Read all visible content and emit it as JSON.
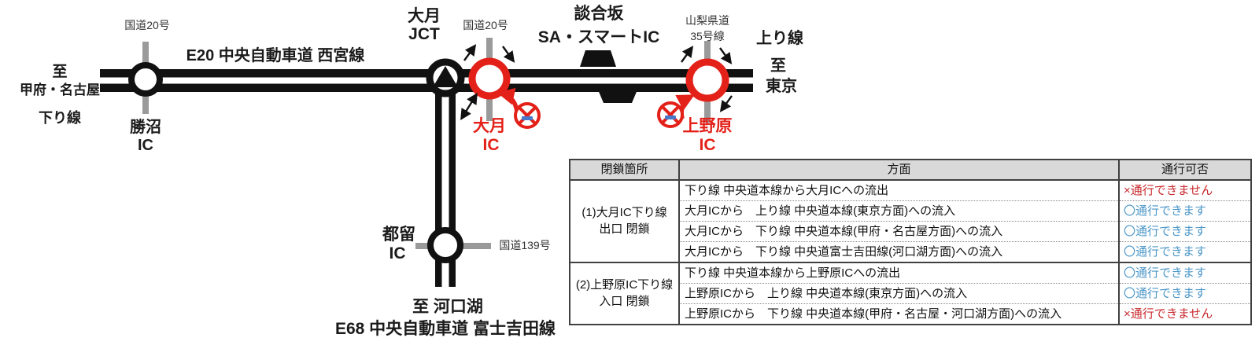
{
  "colors": {
    "accent_red": "#e32119",
    "road_black": "#111111",
    "minor_road_gray": "#9a9a9a",
    "table_header_bg": "#d9d9d9",
    "status_open_blue": "#4a96c8",
    "status_closed_red": "#c9282d"
  },
  "icons": {
    "closure_sign": "no-entry-icon",
    "jct_symbol": "triangle-up-icon",
    "sa_symbol": "service-area-block"
  },
  "diagram": {
    "left_dest": [
      "至",
      "甲府・名古屋",
      "下り線"
    ],
    "katsunuma": {
      "road": "国道20号",
      "name": "勝沼",
      "type": "IC"
    },
    "e20_label": "E20 中央自動車道  西宮線",
    "otsuki_jct": [
      "大月",
      "JCT"
    ],
    "otsuki": {
      "road": "国道20号",
      "name": "大月",
      "type": "IC"
    },
    "dangozaka": [
      "談合坂",
      "SA・スマートIC"
    ],
    "uenohara": {
      "road1": "山梨県道",
      "road2": "35号線",
      "name": "上野原",
      "type": "IC"
    },
    "right_dest": [
      "上り線",
      "至",
      "東京"
    ],
    "tsuru": {
      "name": "都留",
      "type": "IC",
      "road": "国道139号"
    },
    "south_dest": "至  河口湖",
    "e68_label": "E68  中央自動車道 富士吉田線"
  },
  "table": {
    "headers": [
      "閉鎖箇所",
      "方面",
      "通行可否"
    ],
    "groups": [
      {
        "location": [
          "(1)大月IC下り線",
          "出口 閉鎖"
        ],
        "rows": [
          {
            "direction": "下り線 中央道本線から大月ICへの流出",
            "status": "×通行できません",
            "status_color": "#c9282d"
          },
          {
            "direction": "大月ICから　上り線 中央道本線(東京方面)への流入",
            "status": "〇通行できます",
            "status_color": "#4a96c8"
          },
          {
            "direction": "大月ICから　下り線 中央道本線(甲府・名古屋方面)への流入",
            "status": "〇通行できます",
            "status_color": "#4a96c8"
          },
          {
            "direction": "大月ICから　下り線 中央道富士吉田線(河口湖方面)への流入",
            "status": "〇通行できます",
            "status_color": "#4a96c8"
          }
        ]
      },
      {
        "location": [
          "(2)上野原IC下り線",
          "入口 閉鎖"
        ],
        "rows": [
          {
            "direction": "下り線 中央道本線から上野原ICへの流出",
            "status": "〇通行できます",
            "status_color": "#4a96c8"
          },
          {
            "direction": "上野原ICから　上り線 中央道本線(東京方面)への流入",
            "status": "〇通行できます",
            "status_color": "#4a96c8"
          },
          {
            "direction": "上野原ICから　下り線 中央道本線(甲府・名古屋・河口湖方面)への流入",
            "status": "×通行できません",
            "status_color": "#c9282d"
          }
        ]
      }
    ]
  }
}
